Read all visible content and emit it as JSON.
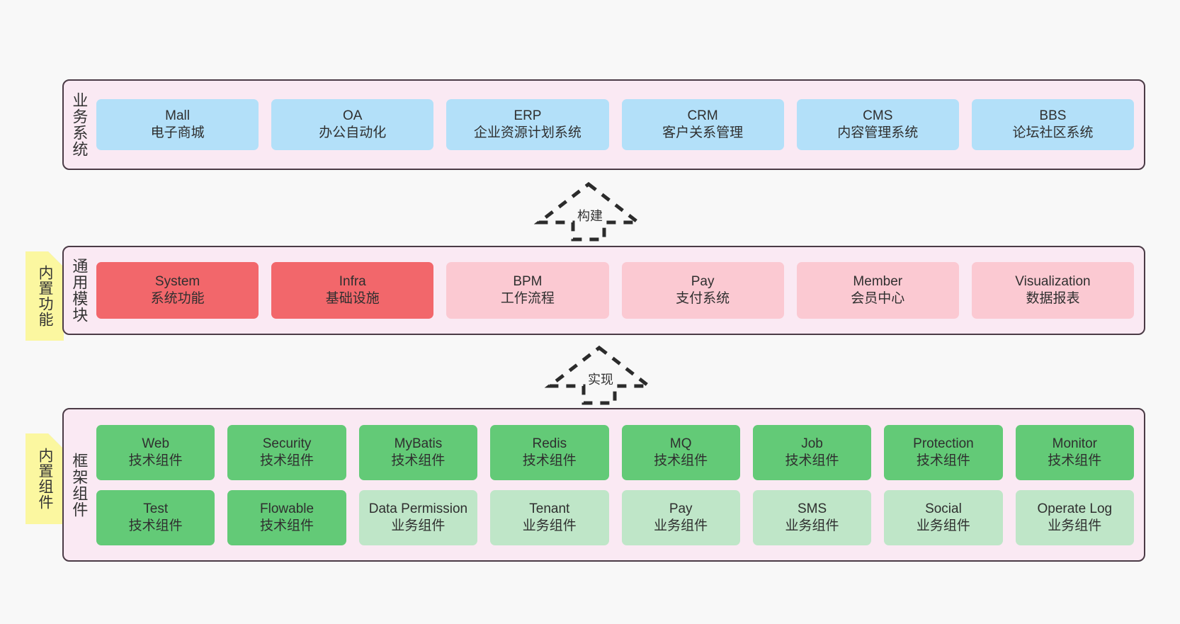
{
  "diagram": {
    "title": "ruoyi-vue-pro architecture layers",
    "colors": {
      "layer_background": "#fae9f3",
      "layer_border": "#4b3b46",
      "business_box": "#b3e0f9",
      "core_module_box": "#f2676b",
      "optional_module_box": "#fbc9d2",
      "tech_component_box": "#63ca77",
      "biz_component_box": "#bfe6c8",
      "note_background": "#fbf7a0",
      "note_fold": "#c9c9c9",
      "page_background": "#f8f8f8"
    }
  },
  "layers": [
    {
      "id": "business",
      "title": "业务系统",
      "rows": [
        {
          "cells": [
            {
              "name": "Mall",
              "desc": "电子商城",
              "style": "c-blue"
            },
            {
              "name": "OA",
              "desc": "办公自动化",
              "style": "c-blue"
            },
            {
              "name": "ERP",
              "desc": "企业资源计划系统",
              "style": "c-blue"
            },
            {
              "name": "CRM",
              "desc": "客户关系管理",
              "style": "c-blue"
            },
            {
              "name": "CMS",
              "desc": "内容管理系统",
              "style": "c-blue"
            },
            {
              "name": "BBS",
              "desc": "论坛社区系统",
              "style": "c-blue"
            }
          ]
        }
      ]
    },
    {
      "id": "common",
      "title": "通用模块",
      "note": "内置功能",
      "rows": [
        {
          "cells": [
            {
              "name": "System",
              "desc": "系统功能",
              "style": "c-red"
            },
            {
              "name": "Infra",
              "desc": "基础设施",
              "style": "c-red"
            },
            {
              "name": "BPM",
              "desc": "工作流程",
              "style": "c-pink"
            },
            {
              "name": "Pay",
              "desc": "支付系统",
              "style": "c-pink"
            },
            {
              "name": "Member",
              "desc": "会员中心",
              "style": "c-pink"
            },
            {
              "name": "Visualization",
              "desc": "数据报表",
              "style": "c-pink"
            }
          ]
        }
      ]
    },
    {
      "id": "framework",
      "title": "框架组件",
      "note": "内置组件",
      "rows": [
        {
          "cells": [
            {
              "name": "Web",
              "desc": "技术组件",
              "style": "c-green"
            },
            {
              "name": "Security",
              "desc": "技术组件",
              "style": "c-green"
            },
            {
              "name": "MyBatis",
              "desc": "技术组件",
              "style": "c-green"
            },
            {
              "name": "Redis",
              "desc": "技术组件",
              "style": "c-green"
            },
            {
              "name": "MQ",
              "desc": "技术组件",
              "style": "c-green"
            },
            {
              "name": "Job",
              "desc": "技术组件",
              "style": "c-green"
            },
            {
              "name": "Protection",
              "desc": "技术组件",
              "style": "c-green"
            },
            {
              "name": "Monitor",
              "desc": "技术组件",
              "style": "c-green"
            }
          ]
        },
        {
          "cells": [
            {
              "name": "Test",
              "desc": "技术组件",
              "style": "c-green"
            },
            {
              "name": "Flowable",
              "desc": "技术组件",
              "style": "c-green"
            },
            {
              "name": "Data Permission",
              "desc": "业务组件",
              "style": "c-green-l"
            },
            {
              "name": "Tenant",
              "desc": "业务组件",
              "style": "c-green-l"
            },
            {
              "name": "Pay",
              "desc": "业务组件",
              "style": "c-green-l"
            },
            {
              "name": "SMS",
              "desc": "业务组件",
              "style": "c-green-l"
            },
            {
              "name": "Social",
              "desc": "业务组件",
              "style": "c-green-l"
            },
            {
              "name": "Operate Log",
              "desc": "业务组件",
              "style": "c-green-l"
            }
          ]
        }
      ]
    }
  ],
  "arrows": [
    {
      "id": "build",
      "label": "构建",
      "from": "通用模块",
      "to": "业务系统",
      "style": "dashed-hollow-up"
    },
    {
      "id": "implement",
      "label": "实现",
      "from": "框架组件",
      "to": "通用模块",
      "style": "dashed-hollow-up"
    }
  ]
}
